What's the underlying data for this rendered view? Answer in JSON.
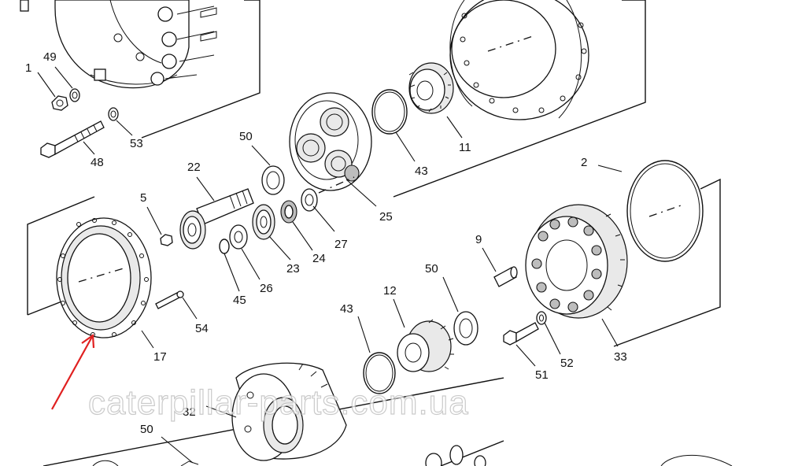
{
  "labels": {
    "p1": "1",
    "p49": "49",
    "p53": "53",
    "p48": "48",
    "p50a": "50",
    "p22": "22",
    "p5": "5",
    "p25": "25",
    "p43a": "43",
    "p11": "11",
    "p2": "2",
    "p24": "24",
    "p27": "27",
    "p23": "23",
    "p26": "26",
    "p45": "45",
    "p9": "9",
    "p50b": "50",
    "p12": "12",
    "p43b": "43",
    "p17": "17",
    "p54": "54",
    "p33": "33",
    "p51": "51",
    "p52": "52",
    "p32": "32",
    "p50c": "50"
  },
  "watermark": "caterpillar-parts.com.ua",
  "colors": {
    "arrow": "#e02020",
    "line": "#111111"
  }
}
